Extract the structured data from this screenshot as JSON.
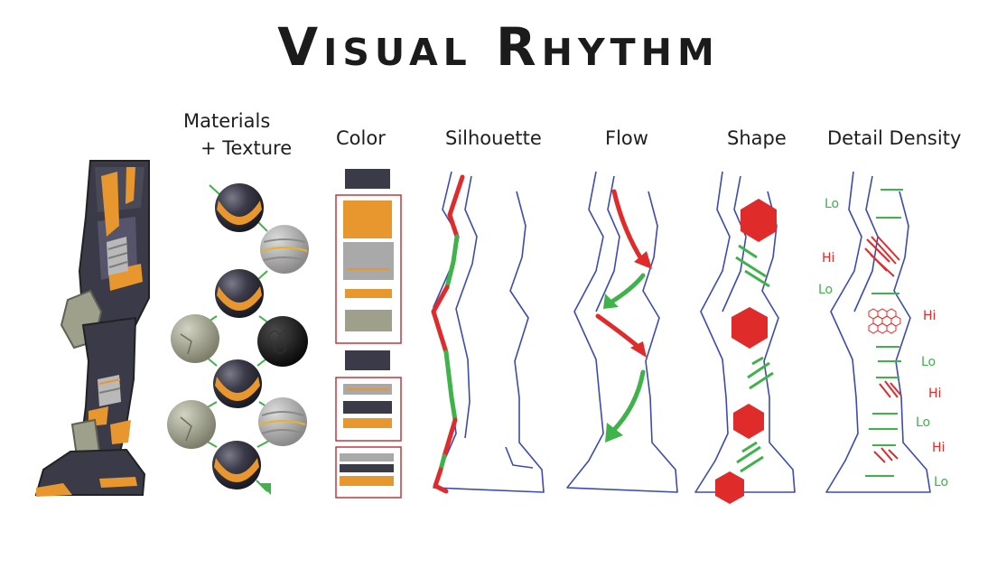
{
  "title": "Visual Rhythm",
  "columns": {
    "materials": "Materials",
    "materials_sub": "+ Texture",
    "color": "Color",
    "silhouette": "Silhouette",
    "flow": "Flow",
    "shape": "Shape",
    "detail_density": "Detail Density"
  },
  "density_tags": {
    "left": [
      "Lo",
      "Hi",
      "Lo"
    ],
    "right": [
      "Hi",
      "Lo",
      "Hi",
      "Lo",
      "Hi",
      "Lo"
    ]
  },
  "colors": {
    "armor_dark": "#3b3a48",
    "accent_orange": "#e8962e",
    "gray_metal": "#a9a9a9",
    "sage": "#9ea08c",
    "red": "#e02b2b",
    "green": "#3fb24a",
    "line_blue": "#3b4bb0",
    "frame_red": "#c0393b"
  }
}
